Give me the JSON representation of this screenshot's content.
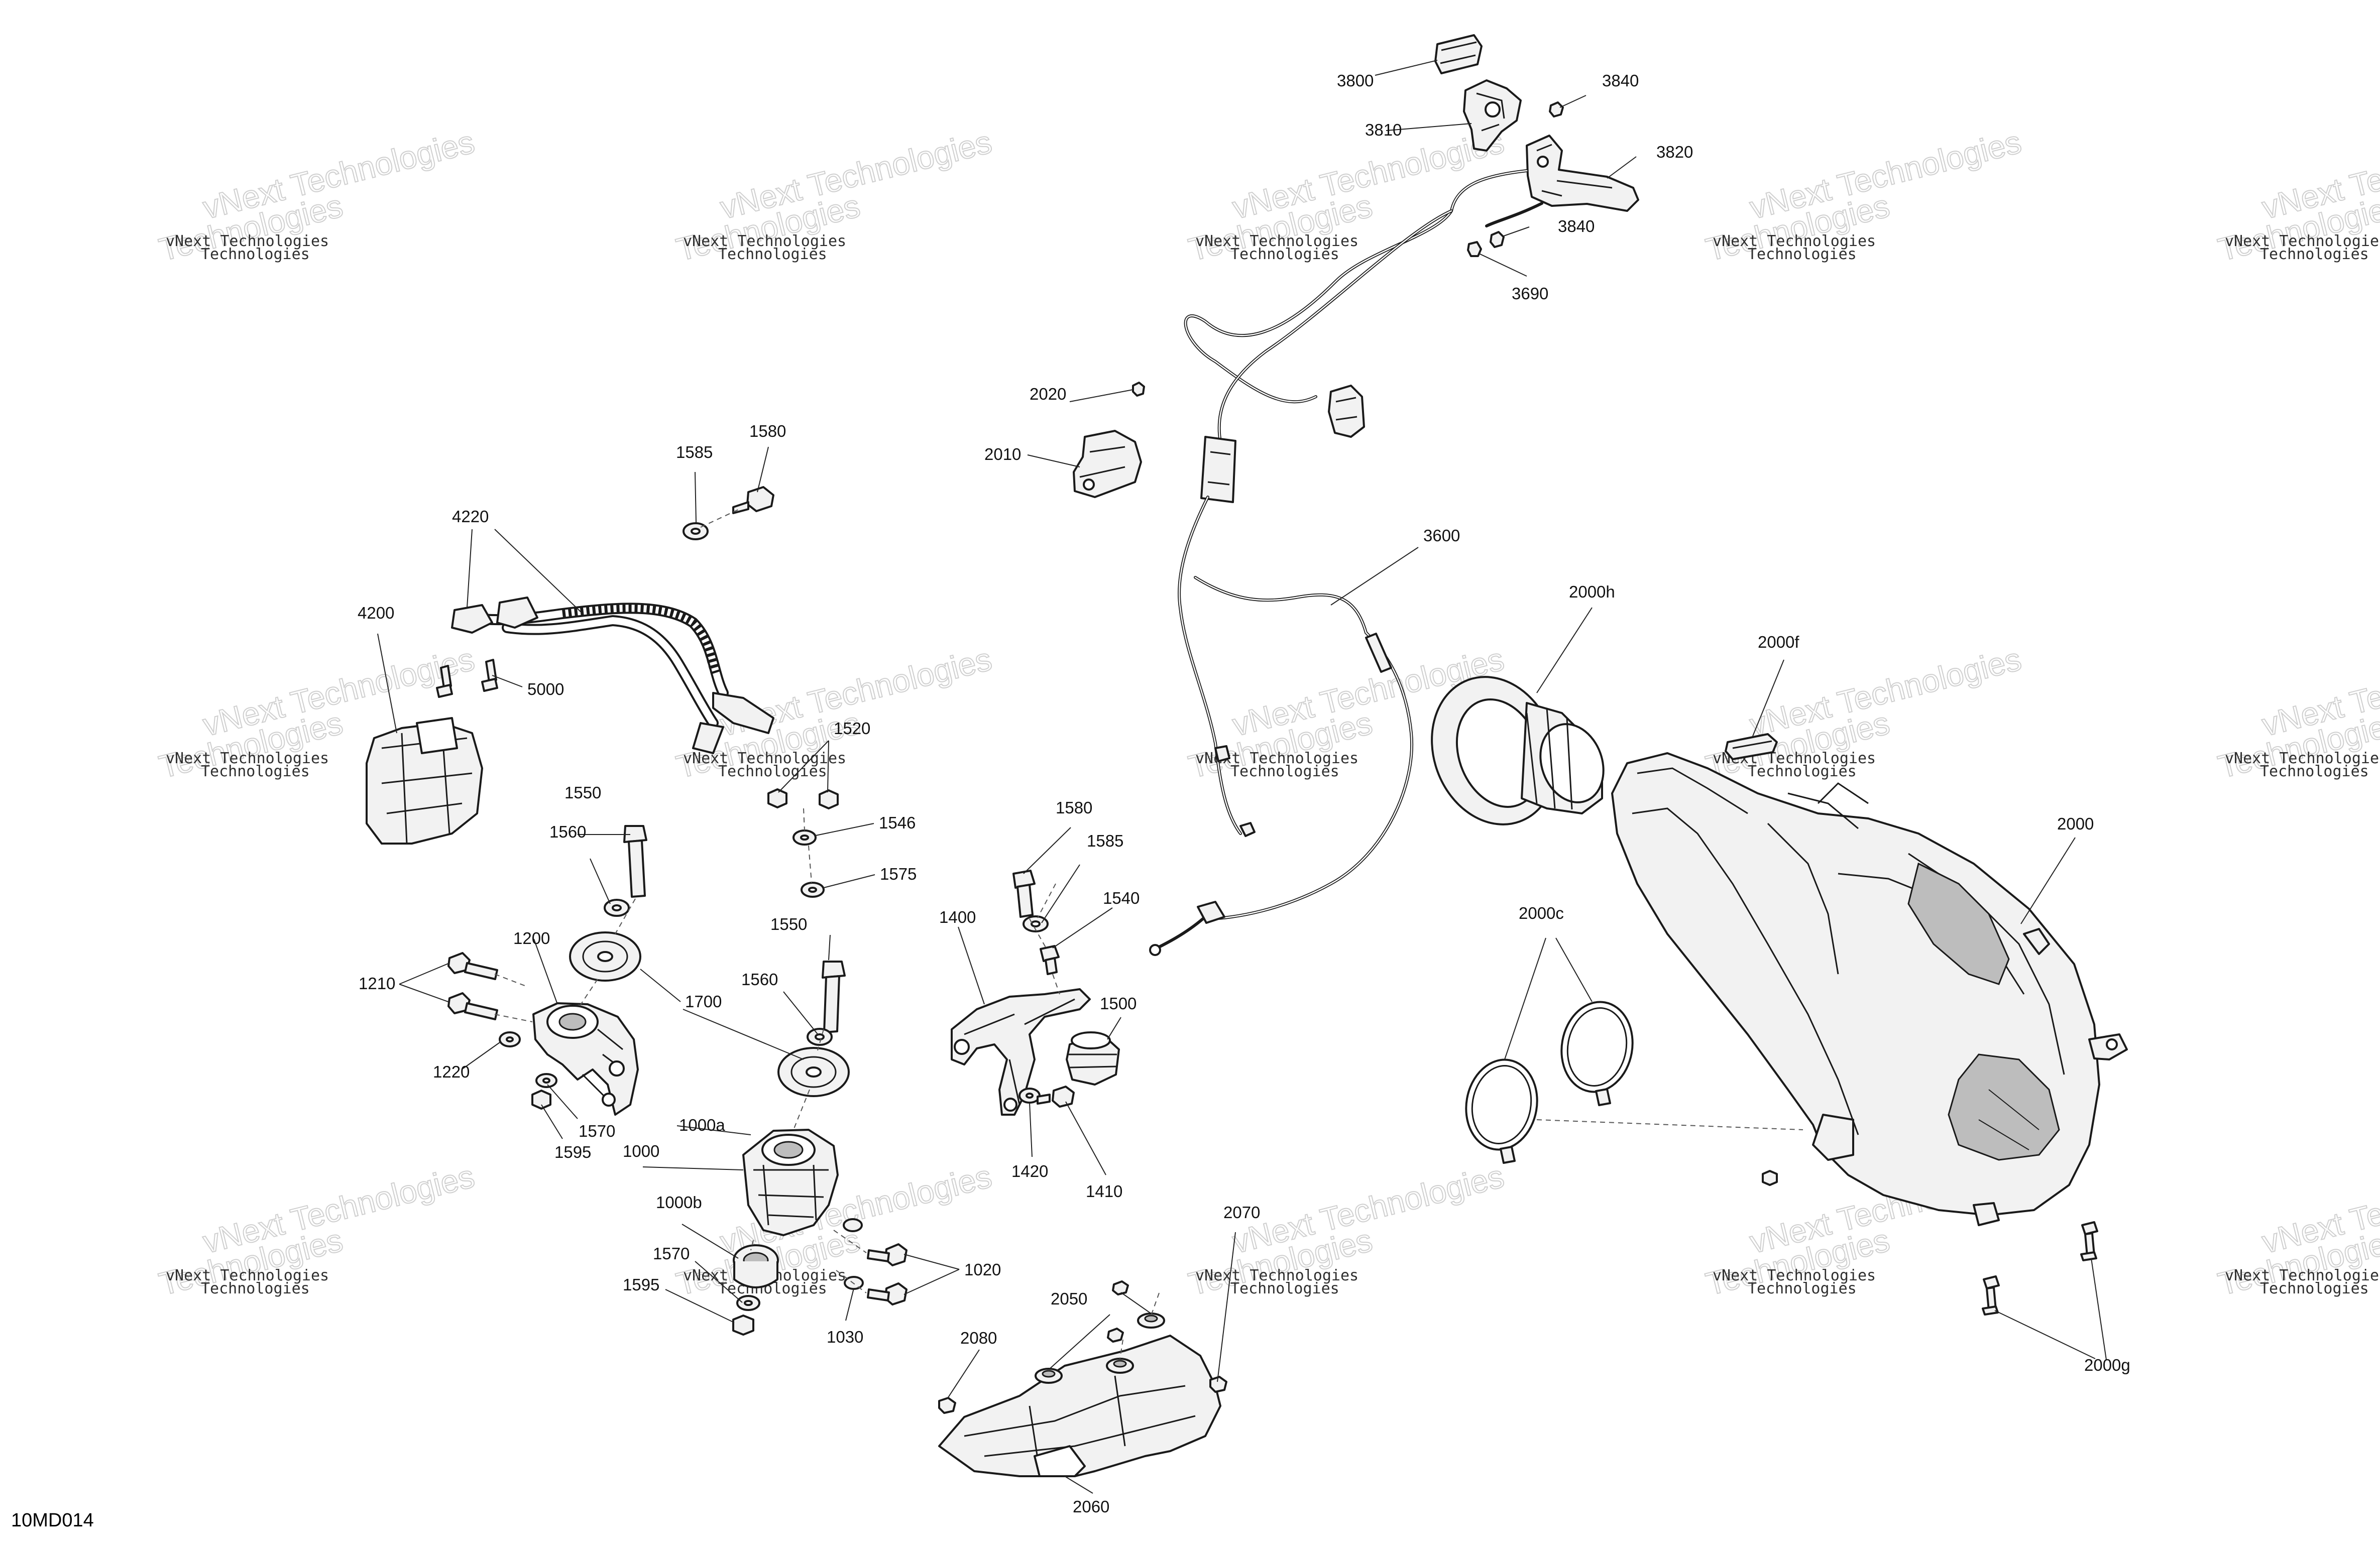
{
  "drawing_id": "10MD014",
  "watermark": {
    "line1": "vNext Technologies",
    "line2": "Technologies"
  },
  "callouts": [
    {
      "id": "c3800",
      "text": "3800"
    },
    {
      "id": "c3810",
      "text": "3810"
    },
    {
      "id": "c3840a",
      "text": "3840"
    },
    {
      "id": "c3820",
      "text": "3820"
    },
    {
      "id": "c3840b",
      "text": "3840"
    },
    {
      "id": "c3690",
      "text": "3690"
    },
    {
      "id": "c2020",
      "text": "2020"
    },
    {
      "id": "c2010",
      "text": "2010"
    },
    {
      "id": "c3600",
      "text": "3600"
    },
    {
      "id": "c1585a",
      "text": "1585"
    },
    {
      "id": "c1580a",
      "text": "1580"
    },
    {
      "id": "c4220",
      "text": "4220"
    },
    {
      "id": "c4200",
      "text": "4200"
    },
    {
      "id": "c5000",
      "text": "5000"
    },
    {
      "id": "c1520",
      "text": "1520"
    },
    {
      "id": "c1550a",
      "text": "1550"
    },
    {
      "id": "c1546",
      "text": "1546"
    },
    {
      "id": "c1560a",
      "text": "1560"
    },
    {
      "id": "c1575",
      "text": "1575"
    },
    {
      "id": "c1550b",
      "text": "1550"
    },
    {
      "id": "c1200",
      "text": "1200"
    },
    {
      "id": "c1210",
      "text": "1210"
    },
    {
      "id": "c1700",
      "text": "1700"
    },
    {
      "id": "c1560b",
      "text": "1560"
    },
    {
      "id": "c1220",
      "text": "1220"
    },
    {
      "id": "c1570a",
      "text": "1570"
    },
    {
      "id": "c1595a",
      "text": "1595"
    },
    {
      "id": "c1000a",
      "text": "1000a"
    },
    {
      "id": "c1000",
      "text": "1000"
    },
    {
      "id": "c1000b",
      "text": "1000b"
    },
    {
      "id": "c1570b",
      "text": "1570"
    },
    {
      "id": "c1595b",
      "text": "1595"
    },
    {
      "id": "c1020",
      "text": "1020"
    },
    {
      "id": "c1030",
      "text": "1030"
    },
    {
      "id": "c1580b",
      "text": "1580"
    },
    {
      "id": "c1585b",
      "text": "1585"
    },
    {
      "id": "c1540",
      "text": "1540"
    },
    {
      "id": "c1400",
      "text": "1400"
    },
    {
      "id": "c1500",
      "text": "1500"
    },
    {
      "id": "c1420",
      "text": "1420"
    },
    {
      "id": "c1410",
      "text": "1410"
    },
    {
      "id": "c2070",
      "text": "2070"
    },
    {
      "id": "c2050",
      "text": "2050"
    },
    {
      "id": "c2080",
      "text": "2080"
    },
    {
      "id": "c2060",
      "text": "2060"
    },
    {
      "id": "c2000h",
      "text": "2000h"
    },
    {
      "id": "c2000f",
      "text": "2000f"
    },
    {
      "id": "c2000",
      "text": "2000"
    },
    {
      "id": "c2000c",
      "text": "2000c"
    },
    {
      "id": "c2000g",
      "text": "2000g"
    }
  ]
}
